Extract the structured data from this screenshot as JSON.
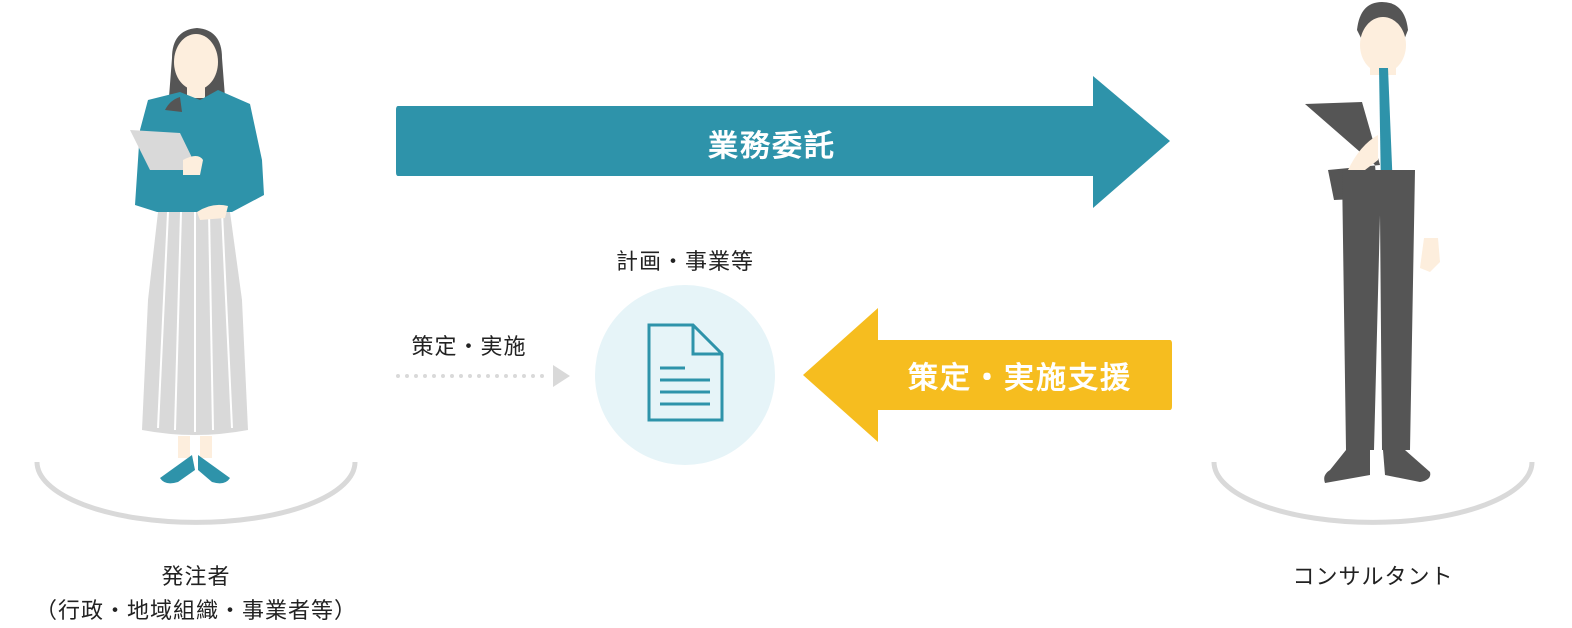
{
  "arrows": {
    "commission": {
      "label": "業務委託",
      "color": "#2e93aa"
    },
    "support": {
      "label": "策定・実施支援",
      "color": "#f6bd1f"
    }
  },
  "center": {
    "document_label": "計画・事業等",
    "document_icon": "document-icon",
    "circle_color": "#e6f4f8"
  },
  "left_action": {
    "label": "策定・実施"
  },
  "client": {
    "title": "発注者",
    "subtitle": "（行政・地域組織・事業者等）"
  },
  "consultant": {
    "title": "コンサルタント"
  }
}
